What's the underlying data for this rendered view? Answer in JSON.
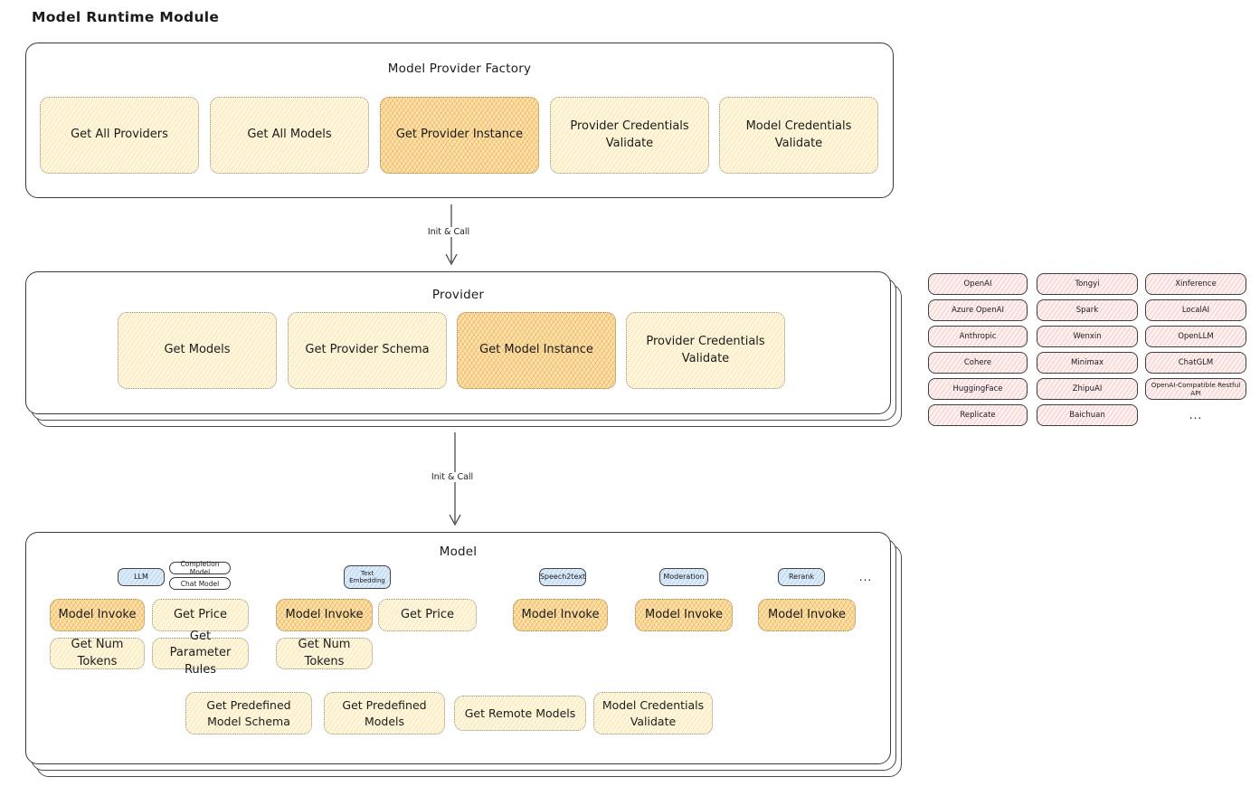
{
  "page": {
    "title": "Model Runtime Module"
  },
  "colors": {
    "node_yellow": "#fdf6dd",
    "node_orange_highlight": "#fbe2ae",
    "chip_pink": "#fdf0ef",
    "pill_blue": "#dcebf9",
    "outline_dark": "#3a3a3a"
  },
  "factory": {
    "title": "Model Provider Factory",
    "items": [
      {
        "label": "Get All Providers",
        "highlighted": false
      },
      {
        "label": "Get All Models",
        "highlighted": false
      },
      {
        "label": "Get Provider Instance",
        "highlighted": true
      },
      {
        "label": "Provider Credentials Validate",
        "highlighted": false
      },
      {
        "label": "Model Credentials Validate",
        "highlighted": false
      }
    ]
  },
  "arrows": {
    "factory_to_provider": "Init & Call",
    "provider_to_model": "Init & Call"
  },
  "provider": {
    "title": "Provider",
    "items": [
      {
        "label": "Get Models",
        "highlighted": false
      },
      {
        "label": "Get Provider Schema",
        "highlighted": false
      },
      {
        "label": "Get Model Instance",
        "highlighted": true
      },
      {
        "label": "Provider Credentials Validate",
        "highlighted": false
      }
    ]
  },
  "provider_catalog": {
    "columns": [
      [
        "OpenAI",
        "Azure OpenAI",
        "Anthropic",
        "Cohere",
        "HuggingFace",
        "Replicate"
      ],
      [
        "Tongyi",
        "Spark",
        "Wenxin",
        "Minimax",
        "ZhipuAI",
        "Baichuan"
      ],
      [
        "Xinference",
        "LocalAI",
        "OpenLLM",
        "ChatGLM",
        "OpenAI-Compatible Restful API"
      ]
    ],
    "more": "..."
  },
  "model": {
    "title": "Model",
    "groups": [
      {
        "type": "LLM",
        "subtypes": [
          "Completion Model",
          "Chat Model"
        ],
        "ops": [
          "Model Invoke",
          "Get Price",
          "Get Num Tokens",
          "Get Parameter Rules"
        ]
      },
      {
        "type": "Text Embedding",
        "ops": [
          "Model Invoke",
          "Get Price",
          "Get Num Tokens"
        ]
      },
      {
        "type": "Speech2text",
        "ops": [
          "Model Invoke"
        ]
      },
      {
        "type": "Moderation",
        "ops": [
          "Model Invoke"
        ]
      },
      {
        "type": "Rerank",
        "ops": [
          "Model Invoke"
        ]
      }
    ],
    "more": "...",
    "shared_ops": [
      "Get Predefined Model Schema",
      "Get Predefined Models",
      "Get Remote Models",
      "Model Credentials Validate"
    ]
  }
}
